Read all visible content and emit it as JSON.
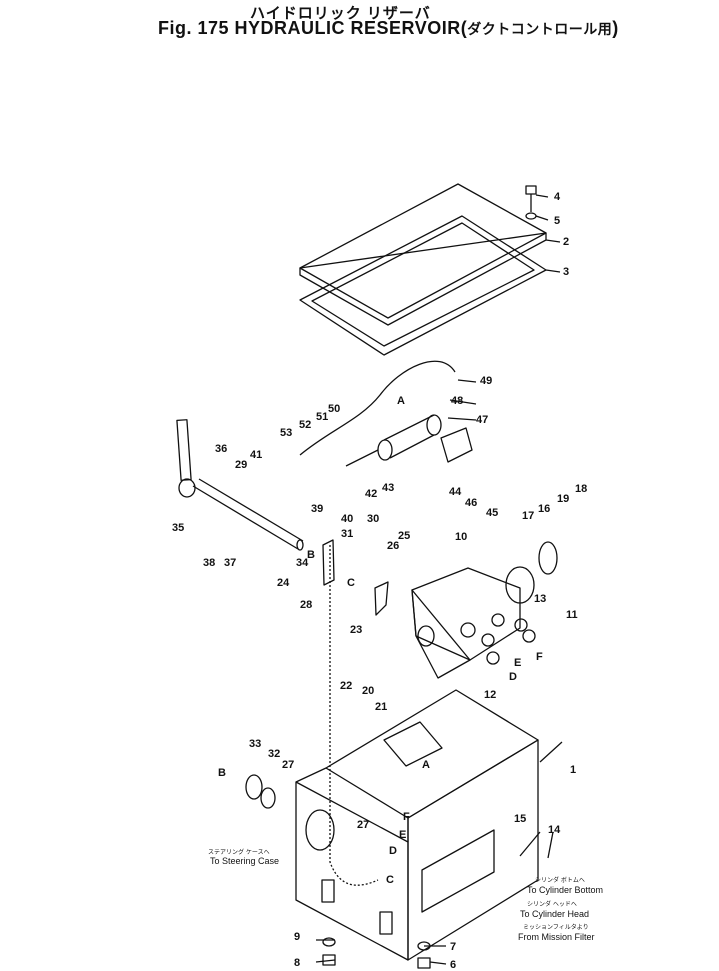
{
  "header": {
    "title_jp": "ハイドロリック リザーバ",
    "fig_label": "Fig. 175 HYDRAULIC RESERVOIR",
    "subtitle_jp": "ダクトコントロール用",
    "subtitle_en": "For Duct Control"
  },
  "callouts": [
    "1",
    "2",
    "3",
    "4",
    "5",
    "6",
    "7",
    "8",
    "9",
    "10",
    "11",
    "12",
    "13",
    "14",
    "15",
    "16",
    "17",
    "18",
    "19",
    "20",
    "21",
    "22",
    "23",
    "24",
    "25",
    "26",
    "27",
    "27",
    "28",
    "29",
    "30",
    "31",
    "32",
    "33",
    "34",
    "35",
    "36",
    "37",
    "38",
    "39",
    "40",
    "41",
    "42",
    "43",
    "44",
    "45",
    "46",
    "47",
    "48",
    "49",
    "50",
    "51",
    "52",
    "53"
  ],
  "port_letters": [
    "A",
    "A",
    "B",
    "B",
    "C",
    "C",
    "D",
    "D",
    "E",
    "E",
    "F",
    "F"
  ],
  "notes": [
    {
      "jp": "ステアリング ケースへ",
      "en": "To Steering Case"
    },
    {
      "jp": "シリンダ ボトムへ",
      "en": "To Cylinder Bottom"
    },
    {
      "jp": "シリンダ ヘッドへ",
      "en": "To Cylinder Head"
    },
    {
      "jp": "ミッションフィルタより",
      "en": "From Mission Filter"
    }
  ]
}
